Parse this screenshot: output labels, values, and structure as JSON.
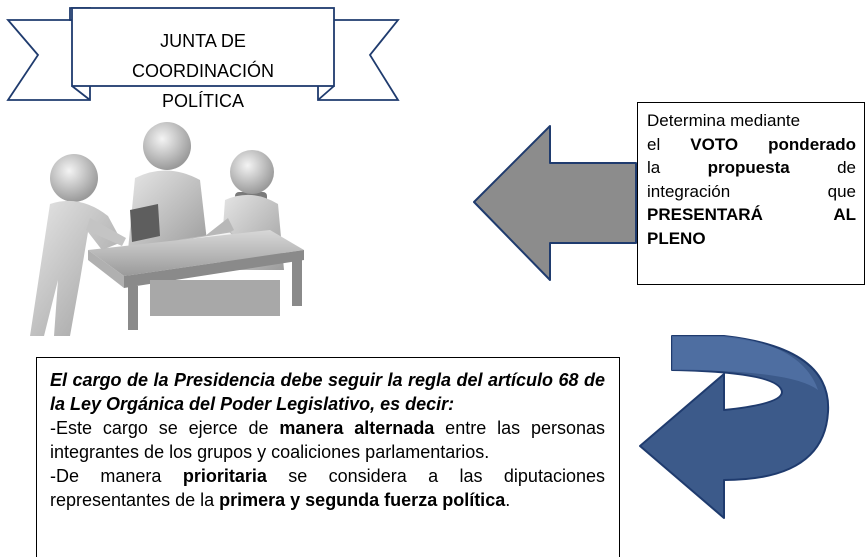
{
  "banner": {
    "line1": "JUNTA DE COORDINACIÓN",
    "line2": "POLÍTICA"
  },
  "vote_box": {
    "l1": "Determina mediante",
    "l2a": "el ",
    "l2b": "VOTO ponderado",
    "l3a": "la",
    "l3b": "propuesta",
    "l3c": "de",
    "l4a": "integración",
    "l4b": "que",
    "l5a": "PRESENTARÁ",
    "l5b": "AL",
    "l6": "PLENO"
  },
  "presidency_box": {
    "intro": "El cargo de la Presidencia debe seguir la regla del artículo 68 de la Ley Orgánica del Poder Legislativo, es decir:",
    "rule1_a": "-Este cargo se ejerce de ",
    "rule1_b": "manera alternada",
    "rule1_c": " entre las personas integrantes de los grupos y coaliciones parlamentarios.",
    "rule2_a": "-De manera ",
    "rule2_b": "prioritaria",
    "rule2_c": " se considera a las diputaciones representantes de la ",
    "rule2_d": "primera y segunda fuerza política",
    "rule2_e": "."
  },
  "colors": {
    "arrow_fill": "#8c8c8c",
    "curved_arrow_fill": "#3c5a8a",
    "outline": "#1f3b6e"
  },
  "icons": [
    "ribbon-banner",
    "meeting-people-illustration",
    "left-arrow",
    "curved-return-arrow"
  ]
}
